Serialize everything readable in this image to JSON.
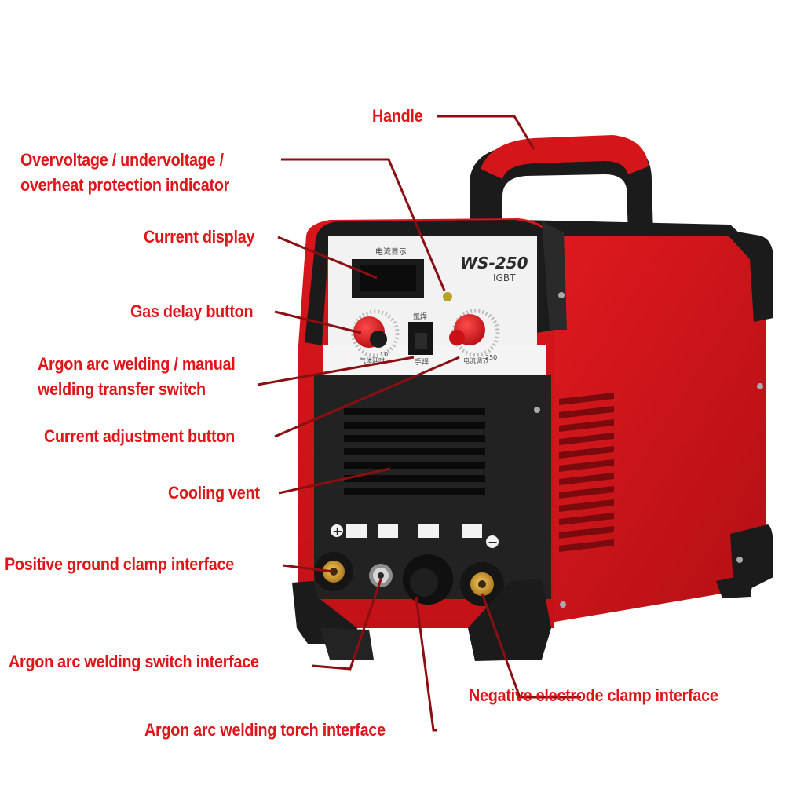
{
  "diagram": {
    "colors": {
      "label": "#e0151a",
      "leader": "#8b0f12",
      "body_red": "#d4151a",
      "body_dark": "#1b1b1b"
    },
    "labels": {
      "handle": "Handle",
      "protection_indicator": [
        "Overvoltage / undervoltage /",
        "overheat protection indicator"
      ],
      "current_display": "Current display",
      "gas_delay_button": "Gas delay button",
      "transfer_switch": [
        "Argon arc welding / manual",
        "welding transfer switch"
      ],
      "current_adjustment_button": "Current adjustment button",
      "cooling_vent": "Cooling vent",
      "positive_ground_clamp": "Positive ground clamp interface",
      "argon_switch_interface": "Argon arc welding switch interface",
      "argon_torch_interface": "Argon arc welding torch interface",
      "negative_electrode_clamp": "Negative electrode clamp interface"
    },
    "panel_text": {
      "model": "WS-250",
      "technology": "IGBT",
      "display_caption": "电流显示",
      "switch_top": "氩焊",
      "switch_bottom": "手焊",
      "gas_knob_caption": "气体延时",
      "gas_knob_max": "10",
      "current_knob_caption": "电流调节",
      "current_knob_max": "250",
      "plus_symbol": "+",
      "minus_symbol": "−"
    }
  }
}
